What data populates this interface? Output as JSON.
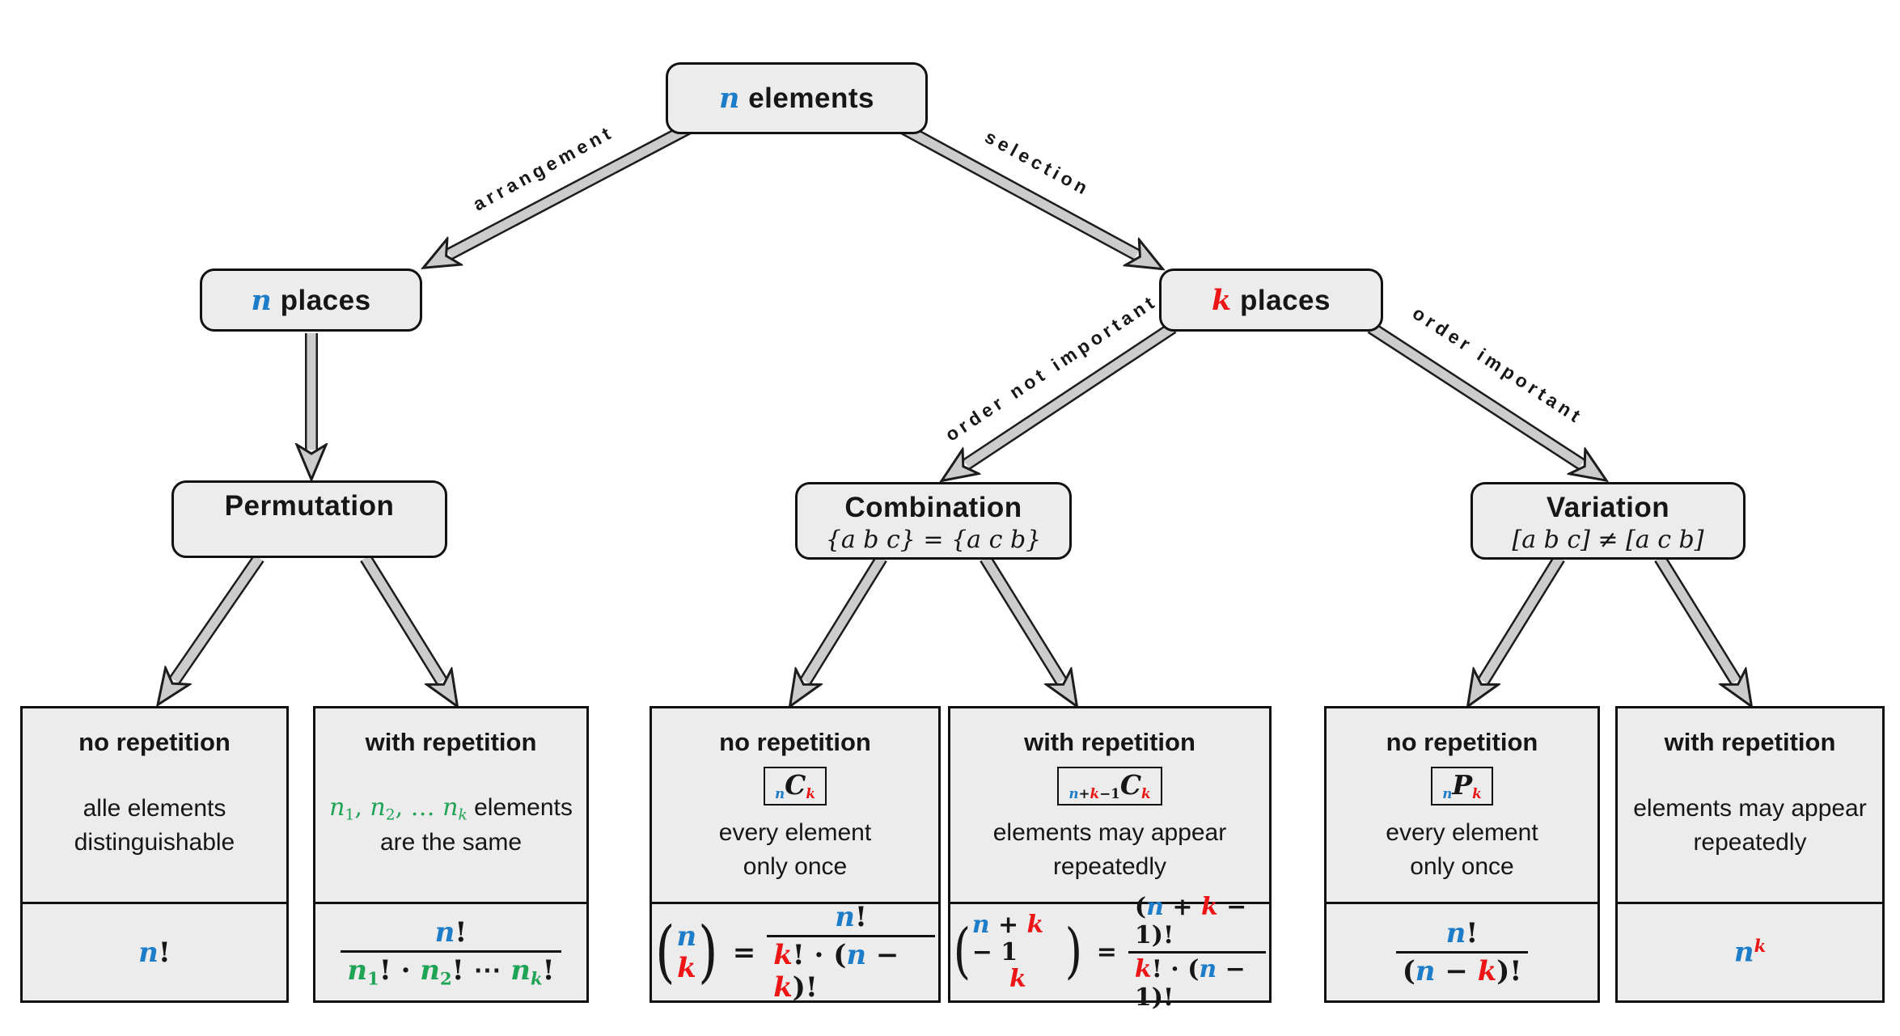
{
  "colors": {
    "accent_blue": "#1d7dc8",
    "accent_red": "#ed1515",
    "accent_green": "#1fa355",
    "box_fill": "#ececec",
    "box_border": "#111111",
    "arrow_fill": "#cccccc"
  },
  "nodes": {
    "root": {
      "title": [
        {
          "t": "n",
          "cls": "mi blue"
        },
        {
          "t": " elements",
          "cls": "sans"
        }
      ]
    },
    "n_places": {
      "title": [
        {
          "t": "n",
          "cls": "mi blue"
        },
        {
          "t": " places",
          "cls": "sans"
        }
      ]
    },
    "k_places": {
      "title": [
        {
          "t": "k",
          "cls": "mi red"
        },
        {
          "t": " places",
          "cls": "sans"
        }
      ]
    },
    "permutation": {
      "title": "Permutation"
    },
    "combination": {
      "title": "Combination",
      "subtitle": [
        {
          "t": "{a b c} = {a c b}",
          "cls": "mi-r"
        }
      ]
    },
    "variation": {
      "title": "Variation",
      "subtitle": [
        {
          "t": "[a b c] ≠ [a c b]",
          "cls": "mi-r"
        }
      ]
    }
  },
  "edges": {
    "arrangement": "arrangement",
    "selection": "selection",
    "order_not_important": "order not important",
    "order_important": "order important"
  },
  "leaves": [
    {
      "header": "no repetition",
      "desc": [
        [
          {
            "t": "alle elements",
            "cls": "sans"
          }
        ],
        [
          {
            "t": "distinguishable",
            "cls": "sans"
          }
        ]
      ],
      "formula": [
        {
          "t": "n",
          "cls": "mi blue"
        },
        {
          "t": "!",
          "cls": "m"
        }
      ]
    },
    {
      "header": "with repetition",
      "desc": [
        [
          {
            "t": "n",
            "cls": "mi-r green"
          },
          {
            "t": "1",
            "cls": "m-r green sub"
          },
          {
            "t": ", ",
            "cls": "m-r green"
          },
          {
            "t": "n",
            "cls": "mi-r green"
          },
          {
            "t": "2",
            "cls": "m-r green sub"
          },
          {
            "t": ", … ",
            "cls": "m-r green"
          },
          {
            "t": "n",
            "cls": "mi-r green"
          },
          {
            "t": "k",
            "cls": "mi-r green sub"
          },
          {
            "t": " elements",
            "cls": "sans"
          }
        ],
        [
          {
            "t": "are the same",
            "cls": "sans"
          }
        ]
      ],
      "frac_num": [
        {
          "t": "n",
          "cls": "mi blue"
        },
        {
          "t": "!",
          "cls": "m"
        }
      ],
      "frac_den": [
        {
          "t": "n",
          "cls": "mi green"
        },
        {
          "t": "1",
          "cls": "m green sub"
        },
        {
          "t": "! ",
          "cls": "m"
        },
        {
          "t": "· ",
          "cls": "m"
        },
        {
          "t": "n",
          "cls": "mi green"
        },
        {
          "t": "2",
          "cls": "m green sub"
        },
        {
          "t": "! ",
          "cls": "m"
        },
        {
          "t": "⋯ ",
          "cls": "m"
        },
        {
          "t": "n",
          "cls": "mi green"
        },
        {
          "t": "k",
          "cls": "mi green sub"
        },
        {
          "t": "!",
          "cls": "m"
        }
      ]
    },
    {
      "header": "no repetition",
      "badge": [
        {
          "t": "n",
          "cls": "mi blue sub"
        },
        {
          "t": "C",
          "cls": "mi big"
        },
        {
          "t": "k",
          "cls": "mi red sub"
        }
      ],
      "desc": [
        [
          {
            "t": "every element",
            "cls": "sans"
          }
        ],
        [
          {
            "t": "only once",
            "cls": "sans"
          }
        ]
      ],
      "binom_top": [
        {
          "t": "n",
          "cls": "mi blue"
        }
      ],
      "binom_bottom": [
        {
          "t": "k",
          "cls": "mi red"
        }
      ],
      "eq": "=",
      "frac_num": [
        {
          "t": "n",
          "cls": "mi blue"
        },
        {
          "t": "!",
          "cls": "m"
        }
      ],
      "frac_den": [
        {
          "t": "k",
          "cls": "mi red"
        },
        {
          "t": "! · (",
          "cls": "m"
        },
        {
          "t": "n",
          "cls": "mi blue"
        },
        {
          "t": " − ",
          "cls": "m"
        },
        {
          "t": "k",
          "cls": "mi red"
        },
        {
          "t": ")!",
          "cls": "m"
        }
      ]
    },
    {
      "header": "with repetition",
      "badge": [
        {
          "t": "n",
          "cls": "mi blue sub"
        },
        {
          "t": "+",
          "cls": "m sub"
        },
        {
          "t": "k",
          "cls": "mi red sub"
        },
        {
          "t": "−1",
          "cls": "m sub"
        },
        {
          "t": "C",
          "cls": "mi big"
        },
        {
          "t": "k",
          "cls": "mi red sub"
        }
      ],
      "desc": [
        [
          {
            "t": "elements may appear",
            "cls": "sans"
          }
        ],
        [
          {
            "t": "repeatedly",
            "cls": "sans"
          }
        ]
      ],
      "binom_top": [
        {
          "t": "n",
          "cls": "mi blue"
        },
        {
          "t": " + ",
          "cls": "m"
        },
        {
          "t": "k",
          "cls": "mi red"
        },
        {
          "t": " − 1",
          "cls": "m"
        }
      ],
      "binom_bottom": [
        {
          "t": "k",
          "cls": "mi red"
        }
      ],
      "eq": "=",
      "frac_num": [
        {
          "t": "(",
          "cls": "m"
        },
        {
          "t": "n",
          "cls": "mi blue"
        },
        {
          "t": " + ",
          "cls": "m"
        },
        {
          "t": "k",
          "cls": "mi red"
        },
        {
          "t": " − 1",
          "cls": "m"
        },
        {
          "t": ")!",
          "cls": "m"
        }
      ],
      "frac_den": [
        {
          "t": "k",
          "cls": "mi red"
        },
        {
          "t": "! · (",
          "cls": "m"
        },
        {
          "t": "n",
          "cls": "mi blue"
        },
        {
          "t": " − 1",
          "cls": "m"
        },
        {
          "t": ")!",
          "cls": "m"
        }
      ]
    },
    {
      "header": "no repetition",
      "badge": [
        {
          "t": "n",
          "cls": "mi blue sub"
        },
        {
          "t": "P",
          "cls": "mi big"
        },
        {
          "t": "k",
          "cls": "mi red sub"
        }
      ],
      "desc": [
        [
          {
            "t": "every element",
            "cls": "sans"
          }
        ],
        [
          {
            "t": "only once",
            "cls": "sans"
          }
        ]
      ],
      "frac_num": [
        {
          "t": "n",
          "cls": "mi blue"
        },
        {
          "t": "!",
          "cls": "m"
        }
      ],
      "frac_den": [
        {
          "t": "(",
          "cls": "m"
        },
        {
          "t": "n",
          "cls": "mi blue"
        },
        {
          "t": " − ",
          "cls": "m"
        },
        {
          "t": "k",
          "cls": "mi red"
        },
        {
          "t": ")!",
          "cls": "m"
        }
      ]
    },
    {
      "header": "with repetition",
      "desc": [
        [
          {
            "t": "elements may appear",
            "cls": "sans"
          }
        ],
        [
          {
            "t": "repeatedly",
            "cls": "sans"
          }
        ]
      ],
      "formula": [
        {
          "t": "n",
          "cls": "mi blue"
        },
        {
          "t": "k",
          "cls": "mi red sup"
        }
      ]
    }
  ]
}
